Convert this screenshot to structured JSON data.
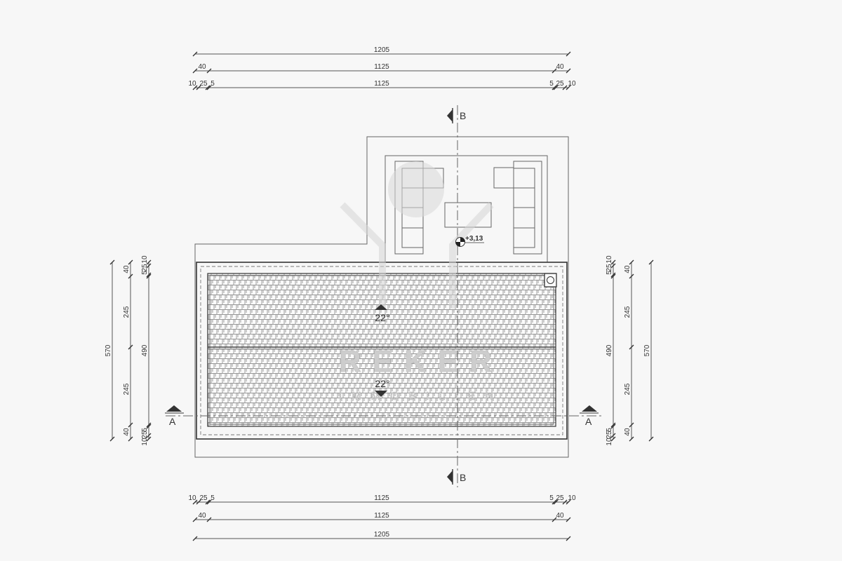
{
  "drawing": {
    "type": "roof plan",
    "dimensions_top": {
      "overall": "1205",
      "row2": [
        "40",
        "1125",
        "40"
      ],
      "row3": [
        "10",
        "25",
        "5",
        "1125",
        "5",
        "25",
        "10"
      ]
    },
    "dimensions_bottom": {
      "row1": [
        "10",
        "25",
        "5",
        "1125",
        "5",
        "25",
        "10"
      ],
      "row2": [
        "40",
        "1125",
        "40"
      ],
      "overall": "1205"
    },
    "dimensions_left": {
      "overall": "570",
      "row2": [
        "40",
        "245",
        "245",
        "40"
      ],
      "row3": [
        "10",
        "25",
        "5",
        "490",
        "5",
        "25",
        "10"
      ]
    },
    "dimensions_right": {
      "row1": [
        "10",
        "25",
        "5",
        "490",
        "5",
        "25",
        "10"
      ],
      "row2": [
        "40",
        "245",
        "245",
        "40"
      ],
      "overall": "570"
    },
    "section_a_label": "A",
    "section_b_label": "B",
    "roof_pitch_top": "22°",
    "roof_pitch_bottom": "22°",
    "elevation_mark": "+3,13",
    "watermark": "REKER IMMOBILIEN",
    "colors": {
      "background": "#f7f7f7",
      "line": "#333333",
      "watermark": "#d6d6d6"
    }
  }
}
